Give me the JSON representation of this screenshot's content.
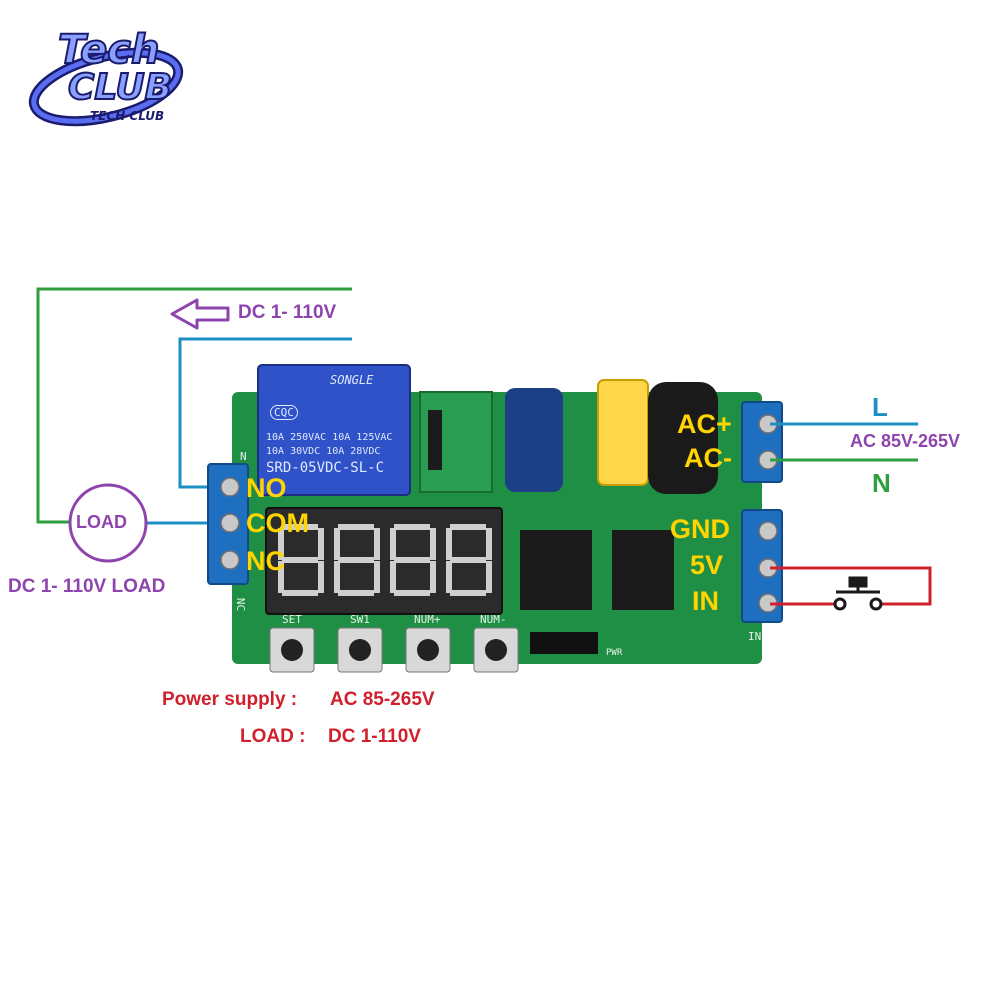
{
  "logo": {
    "text_main_1": "Tech",
    "text_main_2": "CLUB",
    "text_small": "TECH CLUB"
  },
  "wiring": {
    "dc_input_label": "DC 1- 110V",
    "load_circle_label": "LOAD",
    "dc_load_label": "DC 1- 110V LOAD",
    "line_label": "L",
    "neutral_label": "N",
    "ac_range_label": "AC 85V-265V"
  },
  "terminals": {
    "left": [
      "NO",
      "COM",
      "NC"
    ],
    "power": [
      "AC+",
      "AC-"
    ],
    "signal": [
      "GND",
      "5V",
      "IN"
    ]
  },
  "board": {
    "relay_brand": "SONGLE",
    "relay_cert": "CQC",
    "relay_ratings": [
      "10A 250VAC  10A 125VAC",
      "10A 30VDC  10A 28VDC"
    ],
    "relay_model": "SRD-05VDC-SL-C",
    "buttons": [
      "SET",
      "SW1",
      "NUM+",
      "NUM-"
    ],
    "silk_nc": "NC",
    "silk_n": "N",
    "silk_in": "IN",
    "silk_pwr": "PWR"
  },
  "notes": {
    "power_supply_key": "Power supply :",
    "power_supply_value": "AC 85-265V",
    "load_key": "LOAD  :",
    "load_value": "DC 1-110V"
  },
  "colors": {
    "green_wire": "#2e9e3f",
    "blue_wire": "#1e8fc4",
    "red_wire": "#d0202c",
    "purple_text": "#8e44ad",
    "terminal_text": "#ffd400",
    "pcb": "#1f8f45",
    "terminal_block": "#1f6fc0"
  }
}
